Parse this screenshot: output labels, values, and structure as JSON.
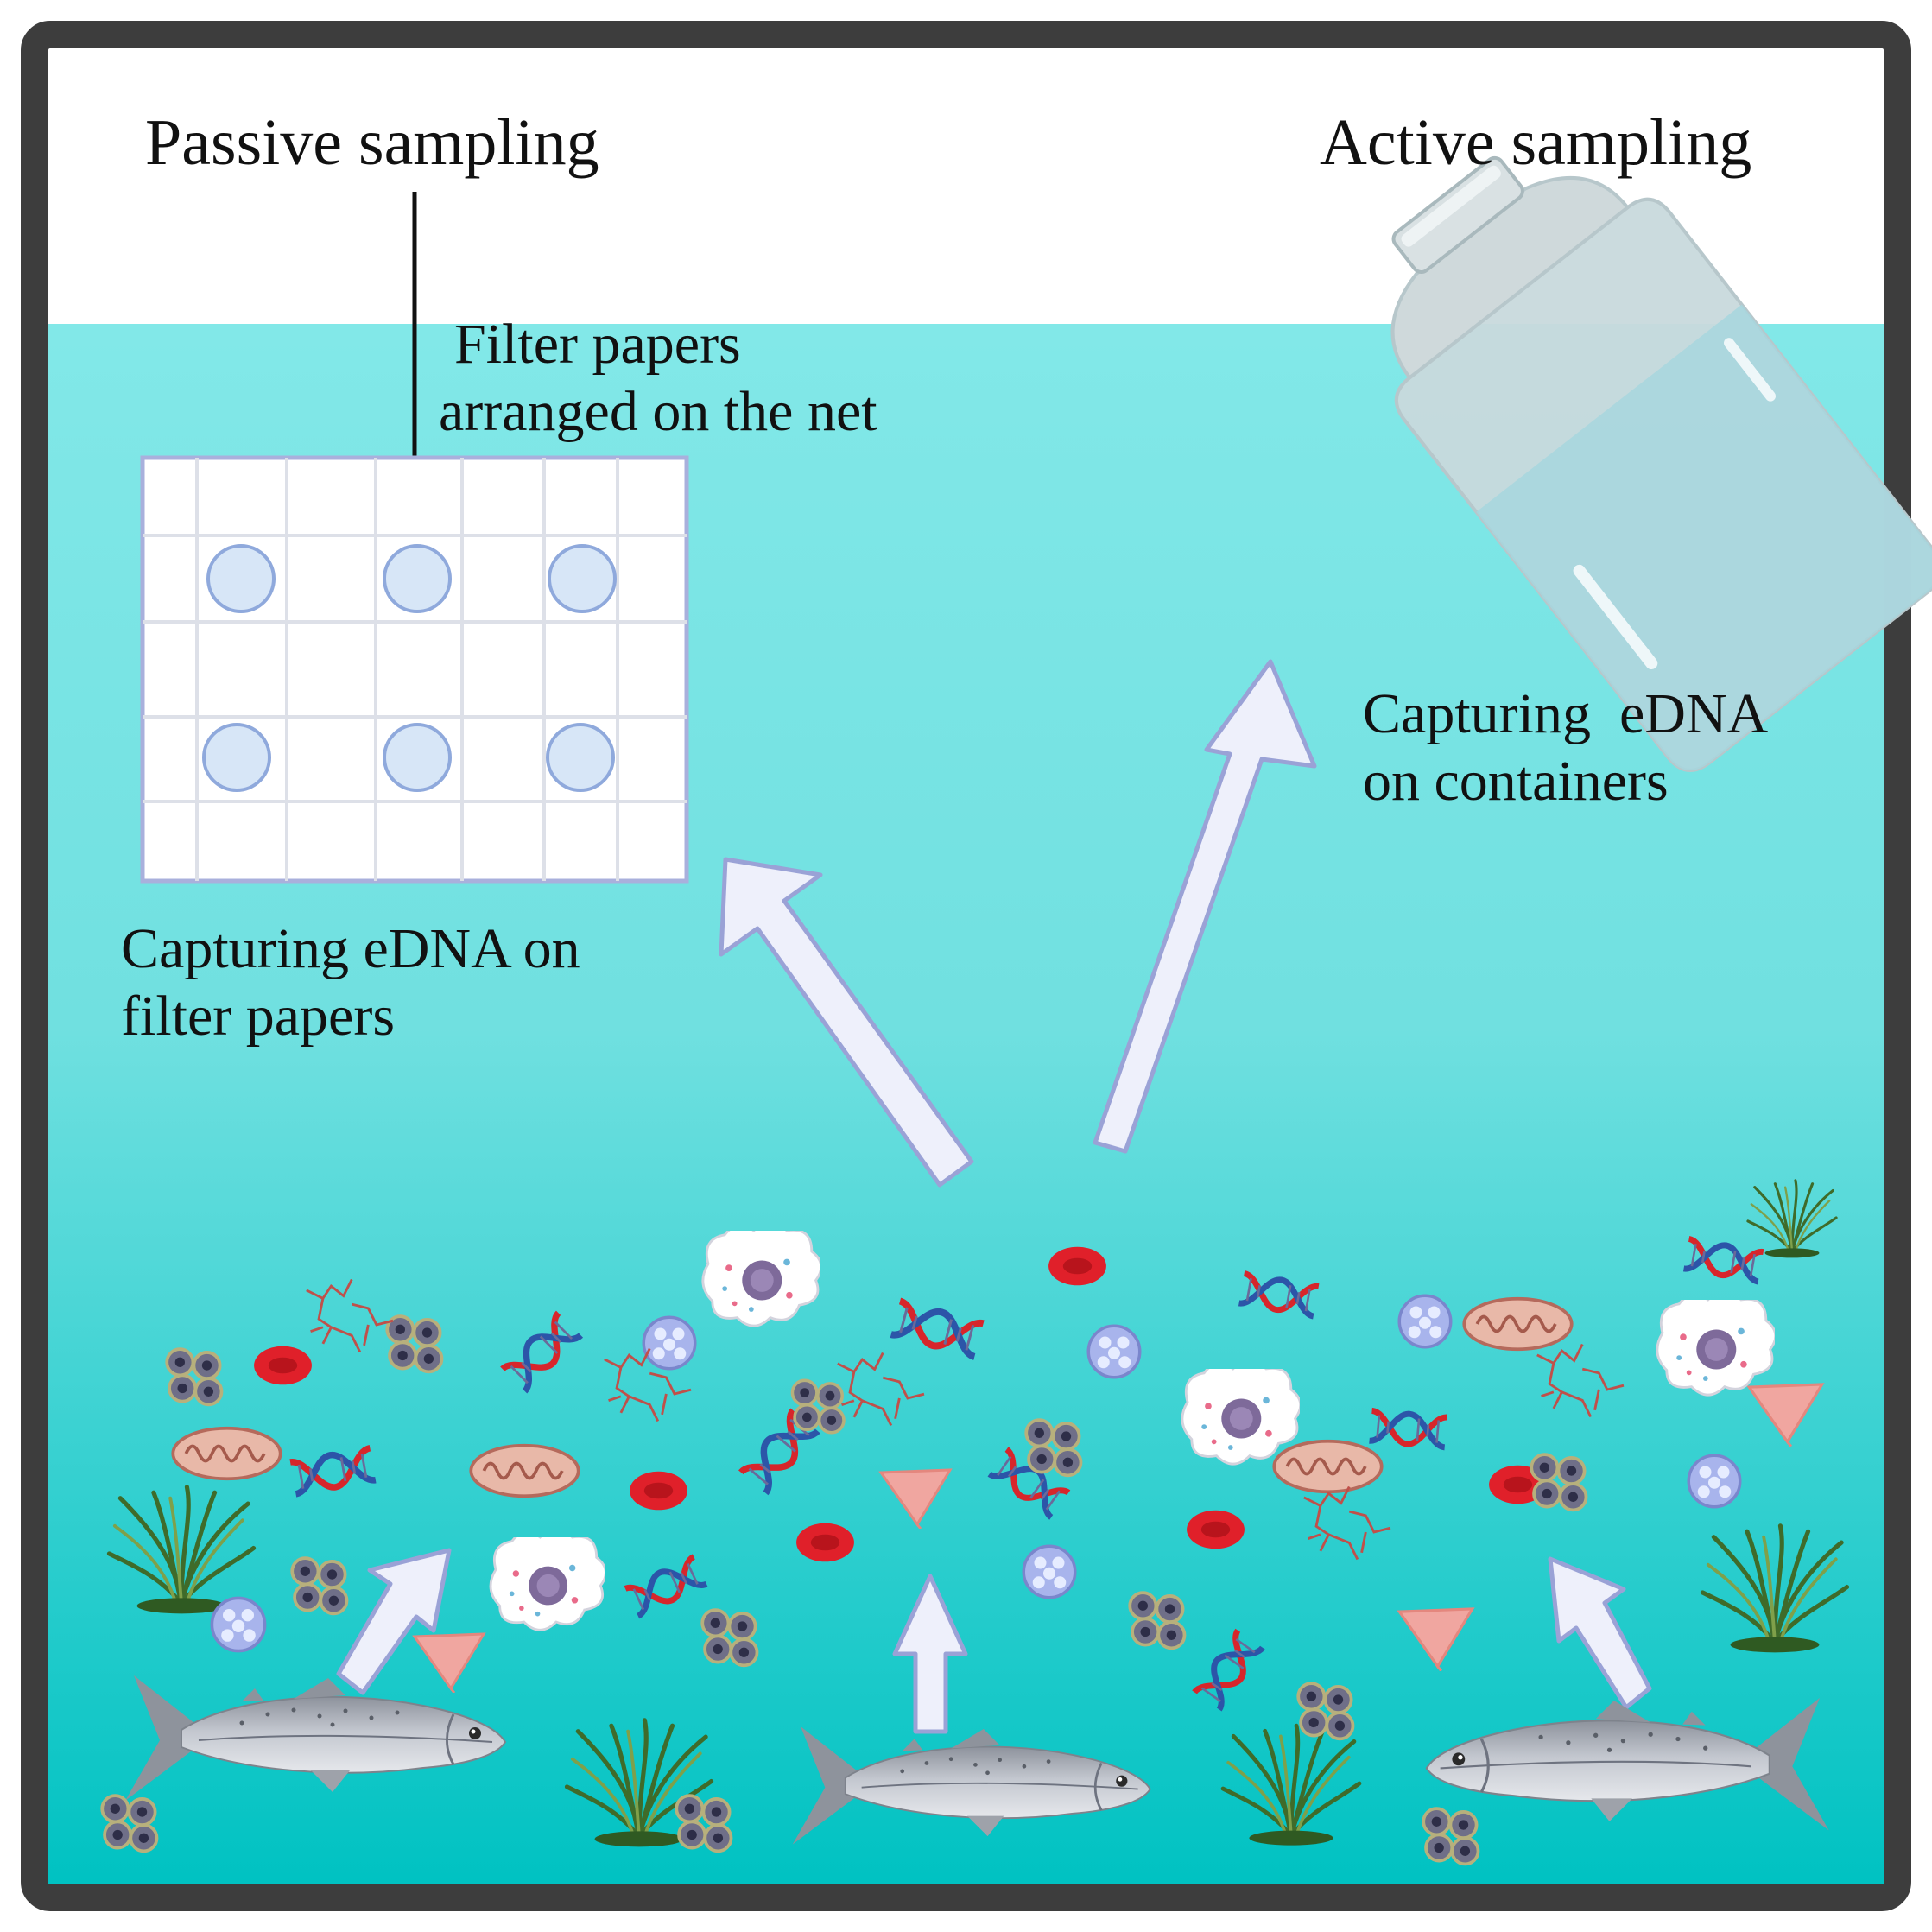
{
  "titles": {
    "passive": "Passive sampling",
    "active": "Active sampling"
  },
  "labels": {
    "filter_papers_line1": "Filter papers",
    "filter_papers_line2": "arranged on the net",
    "capture_filter_line1": "Capturing eDNA on",
    "capture_filter_line2": "filter papers",
    "capture_container_line1": "Capturing  eDNA",
    "capture_container_line2": "on containers"
  },
  "colors": {
    "frame": "#3d3d3d",
    "water_top": "#82e8e8",
    "water_bottom": "#00c4c4",
    "arrow_fill": "#eef0fb",
    "arrow_stroke": "#9aa2d6",
    "filter_disc": "#d7e6f7",
    "filter_disc_stroke": "#8fa9dc",
    "red_cell": "#e0202a",
    "dna_red": "#d7262b",
    "dna_blue": "#2c55a8",
    "mito": "#e8b8a8",
    "fish": "#b8bcc4"
  },
  "icons": [
    "frame-border",
    "water-body",
    "filter-net-icon",
    "filter-disc-icon",
    "bottle-icon",
    "arrow-icon",
    "fish-icon",
    "seagrass-icon",
    "dna-icon",
    "red-blood-cell-icon",
    "mitochondria-icon",
    "cell-cluster-icon",
    "vesicle-icon",
    "neuron-cell-icon",
    "white-cell-icon",
    "fragment-icon"
  ]
}
